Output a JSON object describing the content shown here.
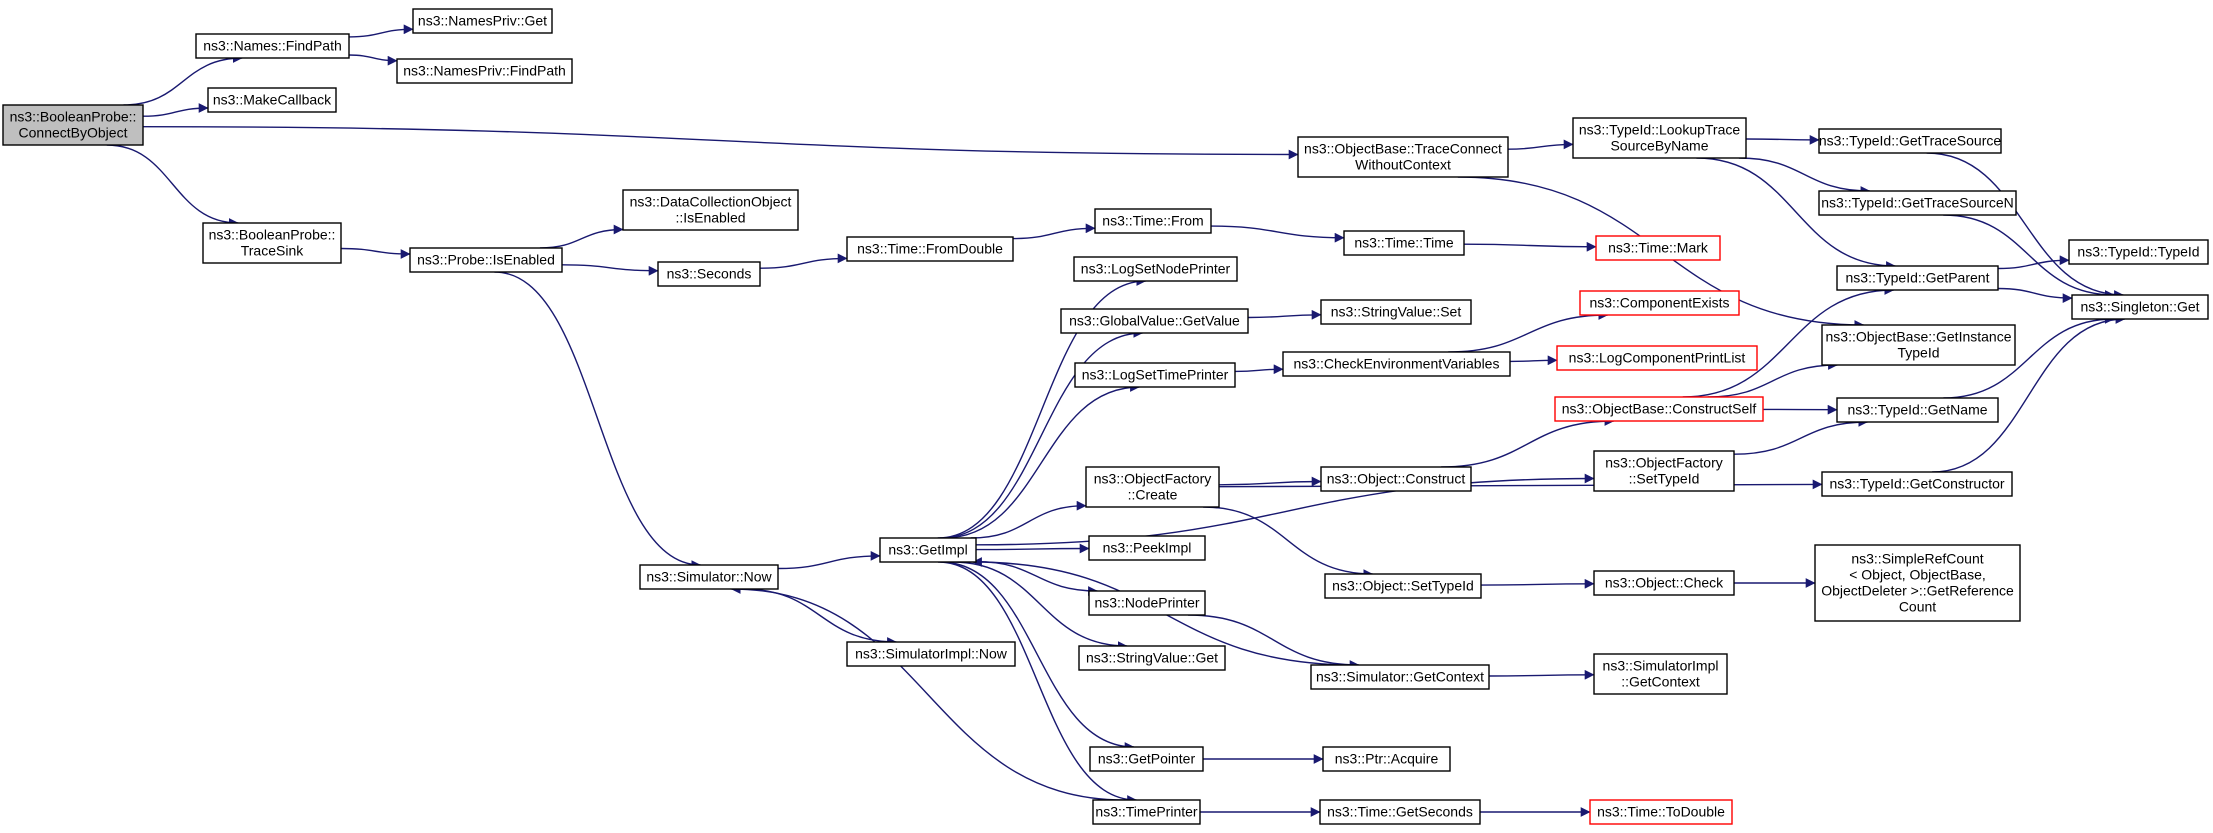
{
  "colors": {
    "edge": "#191970",
    "root_fill": "#bfbfbf",
    "highlight_border": "#ff0000",
    "node_border": "#000000"
  },
  "nodes": [
    {
      "id": "root",
      "lines": [
        "ns3::BooleanProbe::",
        "ConnectByObject"
      ],
      "style": "root"
    },
    {
      "id": "findpath",
      "lines": [
        "ns3::Names::FindPath"
      ]
    },
    {
      "id": "npget",
      "lines": [
        "ns3::NamesPriv::Get"
      ]
    },
    {
      "id": "npfind",
      "lines": [
        "ns3::NamesPriv::FindPath"
      ]
    },
    {
      "id": "makecb",
      "lines": [
        "ns3::MakeCallback"
      ]
    },
    {
      "id": "tracesink",
      "lines": [
        "ns3::BooleanProbe::",
        "TraceSink"
      ]
    },
    {
      "id": "isenabled",
      "lines": [
        "ns3::Probe::IsEnabled"
      ]
    },
    {
      "id": "dcoisen",
      "lines": [
        "ns3::DataCollectionObject",
        "::IsEnabled"
      ]
    },
    {
      "id": "seconds",
      "lines": [
        "ns3::Seconds"
      ]
    },
    {
      "id": "fromdouble",
      "lines": [
        "ns3::Time::FromDouble"
      ]
    },
    {
      "id": "timefrom",
      "lines": [
        "ns3::Time::From"
      ]
    },
    {
      "id": "timetime",
      "lines": [
        "ns3::Time::Time"
      ]
    },
    {
      "id": "timemark",
      "lines": [
        "ns3::Time::Mark"
      ],
      "style": "red"
    },
    {
      "id": "traceconn",
      "lines": [
        "ns3::ObjectBase::TraceConnect",
        "WithoutContext"
      ]
    },
    {
      "id": "lookuptrace",
      "lines": [
        "ns3::TypeId::LookupTrace",
        "SourceByName"
      ]
    },
    {
      "id": "gettracesrc",
      "lines": [
        "ns3::TypeId::GetTraceSource"
      ]
    },
    {
      "id": "gettracesrcn",
      "lines": [
        "ns3::TypeId::GetTraceSourceN"
      ]
    },
    {
      "id": "typeidtypeid",
      "lines": [
        "ns3::TypeId::TypeId"
      ]
    },
    {
      "id": "getparent",
      "lines": [
        "ns3::TypeId::GetParent"
      ]
    },
    {
      "id": "singleton",
      "lines": [
        "ns3::Singleton::Get"
      ]
    },
    {
      "id": "getinsttype",
      "lines": [
        "ns3::ObjectBase::GetInstance",
        "TypeId"
      ]
    },
    {
      "id": "compexists",
      "lines": [
        "ns3::ComponentExists"
      ],
      "style": "red"
    },
    {
      "id": "logcompprint",
      "lines": [
        "ns3::LogComponentPrintList"
      ],
      "style": "red"
    },
    {
      "id": "checkenv",
      "lines": [
        "ns3::CheckEnvironmentVariables"
      ]
    },
    {
      "id": "constructself",
      "lines": [
        "ns3::ObjectBase::ConstructSelf"
      ],
      "style": "red"
    },
    {
      "id": "getname",
      "lines": [
        "ns3::TypeId::GetName"
      ]
    },
    {
      "id": "ofsettypeid",
      "lines": [
        "ns3::ObjectFactory",
        "::SetTypeId"
      ]
    },
    {
      "id": "getconstructor",
      "lines": [
        "ns3::TypeId::GetConstructor"
      ]
    },
    {
      "id": "lognodeprinter",
      "lines": [
        "ns3::LogSetNodePrinter"
      ]
    },
    {
      "id": "gvgetvalue",
      "lines": [
        "ns3::GlobalValue::GetValue"
      ]
    },
    {
      "id": "svset",
      "lines": [
        "ns3::StringValue::Set"
      ]
    },
    {
      "id": "logtimeprinter",
      "lines": [
        "ns3::LogSetTimePrinter"
      ]
    },
    {
      "id": "ofcreate",
      "lines": [
        "ns3::ObjectFactory",
        "::Create"
      ]
    },
    {
      "id": "objconstruct",
      "lines": [
        "ns3::Object::Construct"
      ]
    },
    {
      "id": "simnow",
      "lines": [
        "ns3::Simulator::Now"
      ]
    },
    {
      "id": "getimpl",
      "lines": [
        "ns3::GetImpl"
      ]
    },
    {
      "id": "peekimpl",
      "lines": [
        "ns3::PeekImpl"
      ]
    },
    {
      "id": "objsettypeid",
      "lines": [
        "ns3::Object::SetTypeId"
      ]
    },
    {
      "id": "objcheck",
      "lines": [
        "ns3::Object::Check"
      ]
    },
    {
      "id": "refcount",
      "lines": [
        "ns3::SimpleRefCount",
        "< Object, ObjectBase,",
        "ObjectDeleter >::GetReference",
        "Count"
      ]
    },
    {
      "id": "nodeprinter",
      "lines": [
        "ns3::NodePrinter"
      ]
    },
    {
      "id": "svget",
      "lines": [
        "ns3::StringValue::Get"
      ]
    },
    {
      "id": "simimplnow",
      "lines": [
        "ns3::SimulatorImpl::Now"
      ]
    },
    {
      "id": "simgetctx",
      "lines": [
        "ns3::Simulator::GetContext"
      ]
    },
    {
      "id": "simimplgetctx",
      "lines": [
        "ns3::SimulatorImpl",
        "::GetContext"
      ]
    },
    {
      "id": "getpointer",
      "lines": [
        "ns3::GetPointer"
      ]
    },
    {
      "id": "ptracquire",
      "lines": [
        "ns3::Ptr::Acquire"
      ]
    },
    {
      "id": "timeprinter",
      "lines": [
        "ns3::TimePrinter"
      ]
    },
    {
      "id": "timegetsec",
      "lines": [
        "ns3::Time::GetSeconds"
      ]
    },
    {
      "id": "timetodouble",
      "lines": [
        "ns3::Time::ToDouble"
      ],
      "style": "red"
    }
  ],
  "edges": [
    [
      "root",
      "findpath"
    ],
    [
      "root",
      "makecb"
    ],
    [
      "root",
      "traceconn"
    ],
    [
      "root",
      "tracesink"
    ],
    [
      "findpath",
      "npget"
    ],
    [
      "findpath",
      "npfind"
    ],
    [
      "tracesink",
      "isenabled"
    ],
    [
      "isenabled",
      "dcoisen"
    ],
    [
      "isenabled",
      "seconds"
    ],
    [
      "isenabled",
      "simnow"
    ],
    [
      "seconds",
      "fromdouble"
    ],
    [
      "fromdouble",
      "timefrom"
    ],
    [
      "timefrom",
      "timetime"
    ],
    [
      "timetime",
      "timemark"
    ],
    [
      "traceconn",
      "lookuptrace"
    ],
    [
      "traceconn",
      "getinsttype"
    ],
    [
      "lookuptrace",
      "gettracesrc"
    ],
    [
      "lookuptrace",
      "gettracesrcn"
    ],
    [
      "lookuptrace",
      "getparent"
    ],
    [
      "gettracesrc",
      "singleton"
    ],
    [
      "gettracesrcn",
      "singleton"
    ],
    [
      "getparent",
      "typeidtypeid"
    ],
    [
      "getparent",
      "singleton"
    ],
    [
      "getname",
      "singleton"
    ],
    [
      "getconstructor",
      "singleton"
    ],
    [
      "simnow",
      "getimpl"
    ],
    [
      "simnow",
      "simimplnow"
    ],
    [
      "getimpl",
      "lognodeprinter"
    ],
    [
      "getimpl",
      "gvgetvalue"
    ],
    [
      "getimpl",
      "logtimeprinter"
    ],
    [
      "getimpl",
      "ofsettypeid"
    ],
    [
      "getimpl",
      "ofcreate"
    ],
    [
      "getimpl",
      "peekimpl"
    ],
    [
      "getimpl",
      "nodeprinter"
    ],
    [
      "getimpl",
      "svget"
    ],
    [
      "getimpl",
      "getpointer"
    ],
    [
      "getimpl",
      "timeprinter"
    ],
    [
      "gvgetvalue",
      "svset"
    ],
    [
      "logtimeprinter",
      "checkenv"
    ],
    [
      "checkenv",
      "compexists"
    ],
    [
      "checkenv",
      "logcompprint"
    ],
    [
      "ofcreate",
      "objconstruct"
    ],
    [
      "ofcreate",
      "objsettypeid"
    ],
    [
      "ofcreate",
      "getconstructor"
    ],
    [
      "objconstruct",
      "constructself"
    ],
    [
      "constructself",
      "getinsttype"
    ],
    [
      "constructself",
      "getparent"
    ],
    [
      "constructself",
      "getname"
    ],
    [
      "ofsettypeid",
      "getname"
    ],
    [
      "objsettypeid",
      "objcheck"
    ],
    [
      "objcheck",
      "refcount"
    ],
    [
      "nodeprinter",
      "simgetctx"
    ],
    [
      "simgetctx",
      "getimpl"
    ],
    [
      "simgetctx",
      "simimplgetctx"
    ],
    [
      "getpointer",
      "ptracquire"
    ],
    [
      "timeprinter",
      "simnow"
    ],
    [
      "timeprinter",
      "timegetsec"
    ],
    [
      "timegetsec",
      "timetodouble"
    ]
  ]
}
